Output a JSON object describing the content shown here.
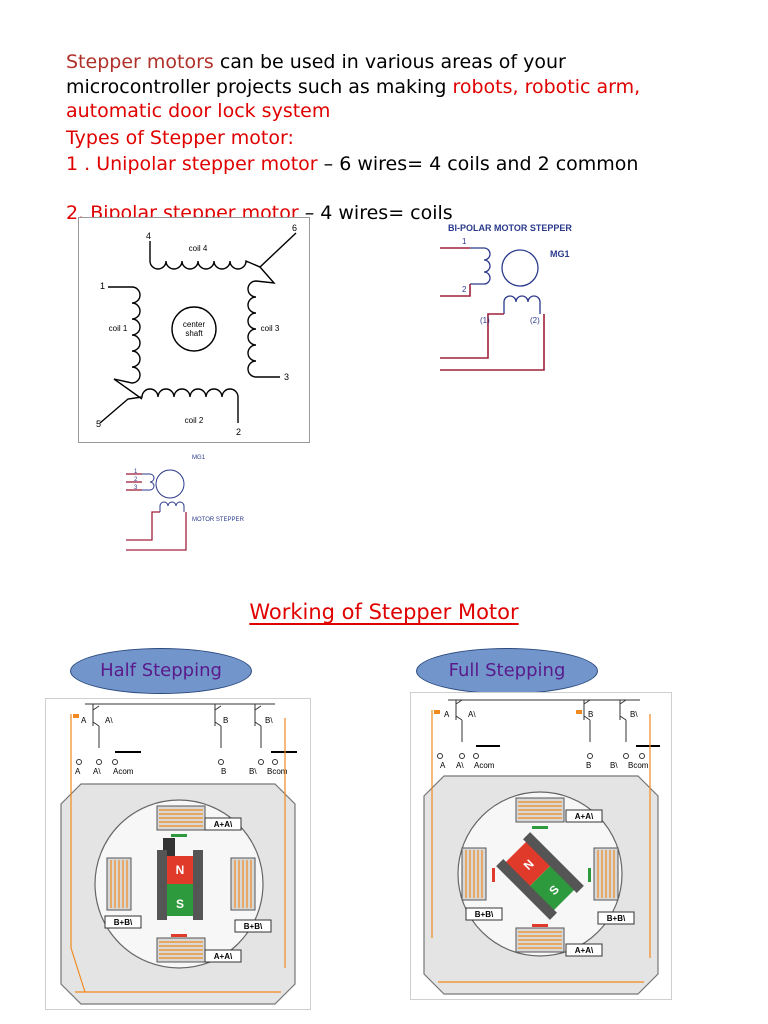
{
  "intro": {
    "term": "Stepper motors",
    "text1": " can be used in various areas of your microcontroller projects such as making ",
    "examples": "robots, robotic arm, automatic door lock system"
  },
  "types_heading": "Types of Stepper motor:",
  "type1": {
    "num": "1 . ",
    "name": "Unipolar stepper motor",
    "desc": " – 6 wires= 4 coils and 2 common"
  },
  "type2": {
    "num": "2.",
    "name": "Bipolar stepper motor",
    "desc": " – 4 wires= coils"
  },
  "unipolar_fig": {
    "coils": [
      "coil 4",
      "coil 1",
      "coil 3",
      "coil 2"
    ],
    "center": [
      "center",
      "shaft"
    ],
    "terminals": [
      "1",
      "2",
      "3",
      "4",
      "5",
      "6"
    ]
  },
  "bipolar_fig": {
    "title": "BI-POLAR MOTOR STEPPER",
    "ref": "MG1",
    "pins": [
      "1",
      "2",
      "(1)",
      "(2)"
    ]
  },
  "small_fig": {
    "ref": "MG1",
    "label": "MOTOR STEPPER",
    "pins": [
      "1",
      "2",
      "3"
    ]
  },
  "working_heading": "Working of Stepper Motor",
  "half": {
    "label": "Half Stepping",
    "switches": [
      "A",
      "A\\",
      "B",
      "B\\"
    ],
    "terminals": [
      "A",
      "A\\",
      "Acom",
      "B",
      "B\\",
      "Bcom"
    ],
    "poles": [
      "A+A\\",
      "B+B\\",
      "B+B\\",
      "A+A\\"
    ],
    "magnet": [
      "N",
      "S"
    ]
  },
  "full": {
    "label": "Full Stepping",
    "switches": [
      "A",
      "A\\",
      "B",
      "B\\"
    ],
    "terminals": [
      "A",
      "A\\",
      "Acom",
      "B",
      "B\\",
      "Bcom"
    ],
    "poles": [
      "A+A\\",
      "B+B\\",
      "B+B\\",
      "A+A\\"
    ],
    "magnet": [
      "N",
      "S"
    ]
  },
  "colors": {
    "accent_red": "#e00000",
    "term_maroon": "#b0302a",
    "oval_blue": "#7296cc",
    "oval_text": "#5a1a8a",
    "wire_orange": "#f08a1e"
  }
}
